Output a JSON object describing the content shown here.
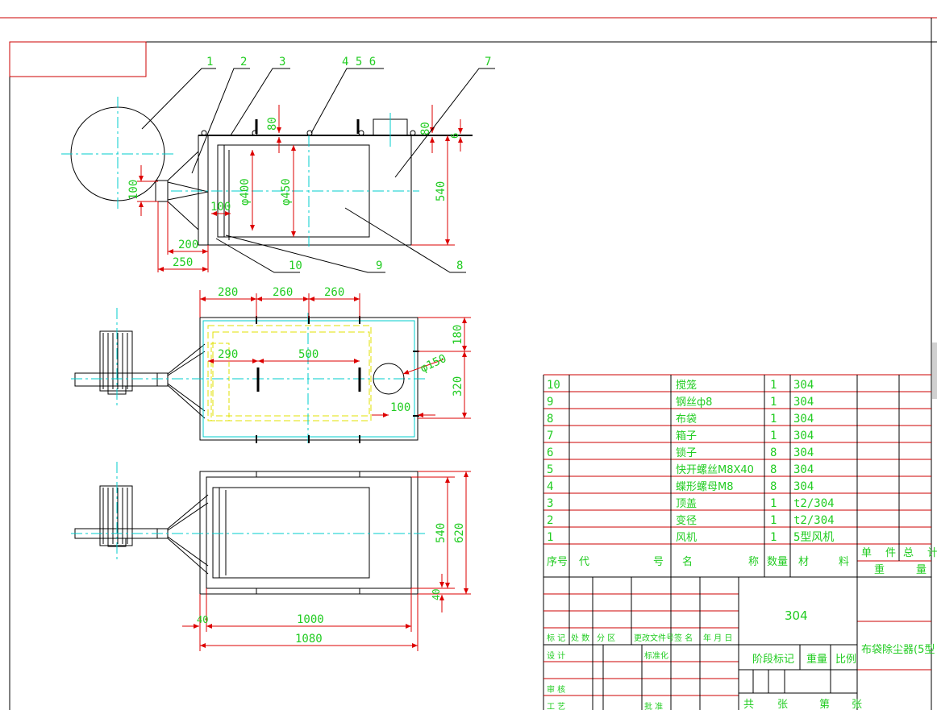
{
  "colors": {
    "frame_red": "#cc0000",
    "text_green": "#22cc22",
    "outline_black": "#000000",
    "centerline_cyan": "#00cccc",
    "hidden_yellow": "#e0e000",
    "dim_red": "#dd0000",
    "leader_black": "#000000"
  },
  "drawing": {
    "part_callouts": [
      "1",
      "2",
      "3",
      "4 5 6",
      "7",
      "8",
      "9",
      "10"
    ],
    "side_view_dims": {
      "d80_left": "80",
      "d80_right": "80",
      "d6": "6",
      "d100_vert": "100",
      "d100_mid": "100",
      "phi400": "φ400",
      "phi450": "φ450",
      "d540": "540",
      "d200": "200",
      "d250": "250"
    },
    "top_view_dims": {
      "d280": "280",
      "d260a": "260",
      "d260b": "260",
      "d290": "290",
      "d500": "500",
      "phi150": "φ150",
      "d100": "100",
      "d180": "180",
      "d320": "320"
    },
    "front_view_dims": {
      "d540": "540",
      "d620": "620",
      "d40_vert": "40",
      "d40_horiz": "40",
      "d1000": "1000",
      "d1080": "1080"
    }
  },
  "bom": {
    "rows": [
      {
        "no": "10",
        "name": "搅笼",
        "qty": "1",
        "material": "304"
      },
      {
        "no": "9",
        "name": "钢丝ф8",
        "qty": "1",
        "material": "304"
      },
      {
        "no": "8",
        "name": "布袋",
        "qty": "1",
        "material": "304"
      },
      {
        "no": "7",
        "name": "箱子",
        "qty": "1",
        "material": "304"
      },
      {
        "no": "6",
        "name": "锁子",
        "qty": "8",
        "material": "304"
      },
      {
        "no": "5",
        "name": "快开螺丝M8X40",
        "qty": "8",
        "material": "304"
      },
      {
        "no": "4",
        "name": "蝶形螺母M8",
        "qty": "8",
        "material": "304"
      },
      {
        "no": "3",
        "name": "顶盖",
        "qty": "1",
        "material": "t2/304"
      },
      {
        "no": "2",
        "name": "变径",
        "qty": "1",
        "material": "t2/304"
      },
      {
        "no": "1",
        "name": "风机",
        "qty": "1",
        "material": "5型风机"
      }
    ],
    "header": {
      "no": "序号",
      "code_a": "代",
      "code_b": "号",
      "name_a": "名",
      "name_b": "称",
      "qty": "数量",
      "mat_a": "材",
      "mat_b": "料",
      "single": "单",
      "piece": "件",
      "total": "总",
      "calc": "计",
      "weight_a": "重",
      "weight_b": "量"
    }
  },
  "title_block": {
    "material": "304",
    "title": "布袋除尘器(5型",
    "rev_labels": [
      "标 记",
      "处 数",
      "分 区",
      "更改文件号",
      "签 名",
      "年 月 日"
    ],
    "row_design": "设 计",
    "row_standard": "标准化",
    "row_review": "审 核",
    "row_craft": "工 艺",
    "row_approve": "批 准",
    "stage_mark": "阶段标记",
    "weight": "重量",
    "scale": "比例",
    "total_sheets": "共",
    "sheets_unit": "张",
    "sheet_no": "第",
    "sheet_unit": "张"
  }
}
